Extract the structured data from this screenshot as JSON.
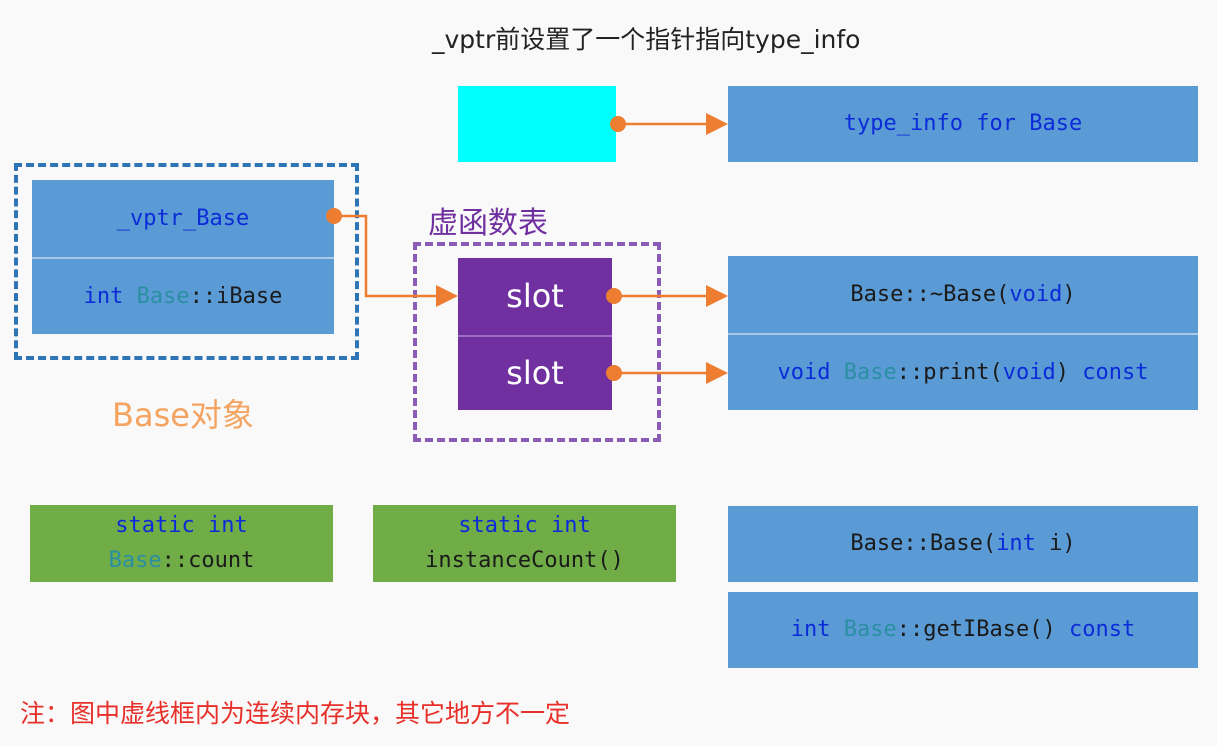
{
  "title": "_vptr前设置了一个指针指向type_info",
  "type_info": {
    "label": "type_info for Base"
  },
  "base_object": {
    "label": "Base对象",
    "vptr": "_vptr_Base",
    "member": {
      "kw": "int",
      "cls": "Base",
      "rest": "::iBase"
    }
  },
  "vtable": {
    "label": "虚函数表",
    "slots": [
      "slot",
      "slot"
    ]
  },
  "virtual_functions": {
    "destructor": {
      "prefix": "Base::~Base(",
      "kw": "void",
      "suffix": ")"
    },
    "print": {
      "kw1": "void",
      "cls": "Base",
      "mid": "::print(",
      "kw2": "void",
      "close": ")",
      "kw3": "const"
    }
  },
  "static_members": {
    "count": {
      "line1": "static int",
      "cls": "Base",
      "rest": "::count"
    },
    "instance_count": {
      "line1": "static int",
      "line2": "instanceCount()"
    }
  },
  "member_functions": {
    "constructor": {
      "prefix": "Base::Base(",
      "kw": "int",
      "suffix": " i)"
    },
    "get_ibase": {
      "kw1": "int",
      "cls": "Base",
      "mid": "::getIBase()",
      "kw2": "const"
    }
  },
  "note": "注：图中虚线框内为连续内存块，其它地方不一定",
  "colors": {
    "arrow": "#ed7d31",
    "blue_box": "#5b9bd5",
    "green_box": "#70ad47",
    "purple_box": "#7030a0",
    "cyan_box": "#00ffff",
    "keyword": "#0b2bd8",
    "class_name": "#2b8fa3",
    "note": "#e8302a"
  }
}
